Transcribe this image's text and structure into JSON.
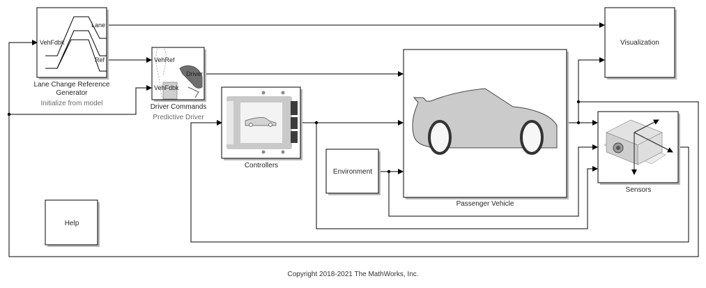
{
  "blocks": {
    "lane_change": {
      "name": "Lane Change Reference",
      "name_line2": "Generator",
      "subtitle": "Initialize from model",
      "ports_in": [
        "VehFdbk"
      ],
      "ports_out": [
        "Lane",
        "Ref"
      ]
    },
    "driver": {
      "name": "Driver Commands",
      "subtitle": "Predictive Driver",
      "ports_in": [
        "VehRef",
        "VehFdbk"
      ],
      "ports_out": [
        "Driver"
      ]
    },
    "controllers": {
      "name": "Controllers"
    },
    "passenger_vehicle": {
      "name": "Passenger Vehicle"
    },
    "environment": {
      "name": "Environment"
    },
    "visualization": {
      "name": "Visualization"
    },
    "sensors": {
      "name": "Sensors"
    },
    "help": {
      "name": "Help"
    }
  },
  "footer": {
    "copyright": "Copyright 2018-2021 The MathWorks, Inc."
  }
}
